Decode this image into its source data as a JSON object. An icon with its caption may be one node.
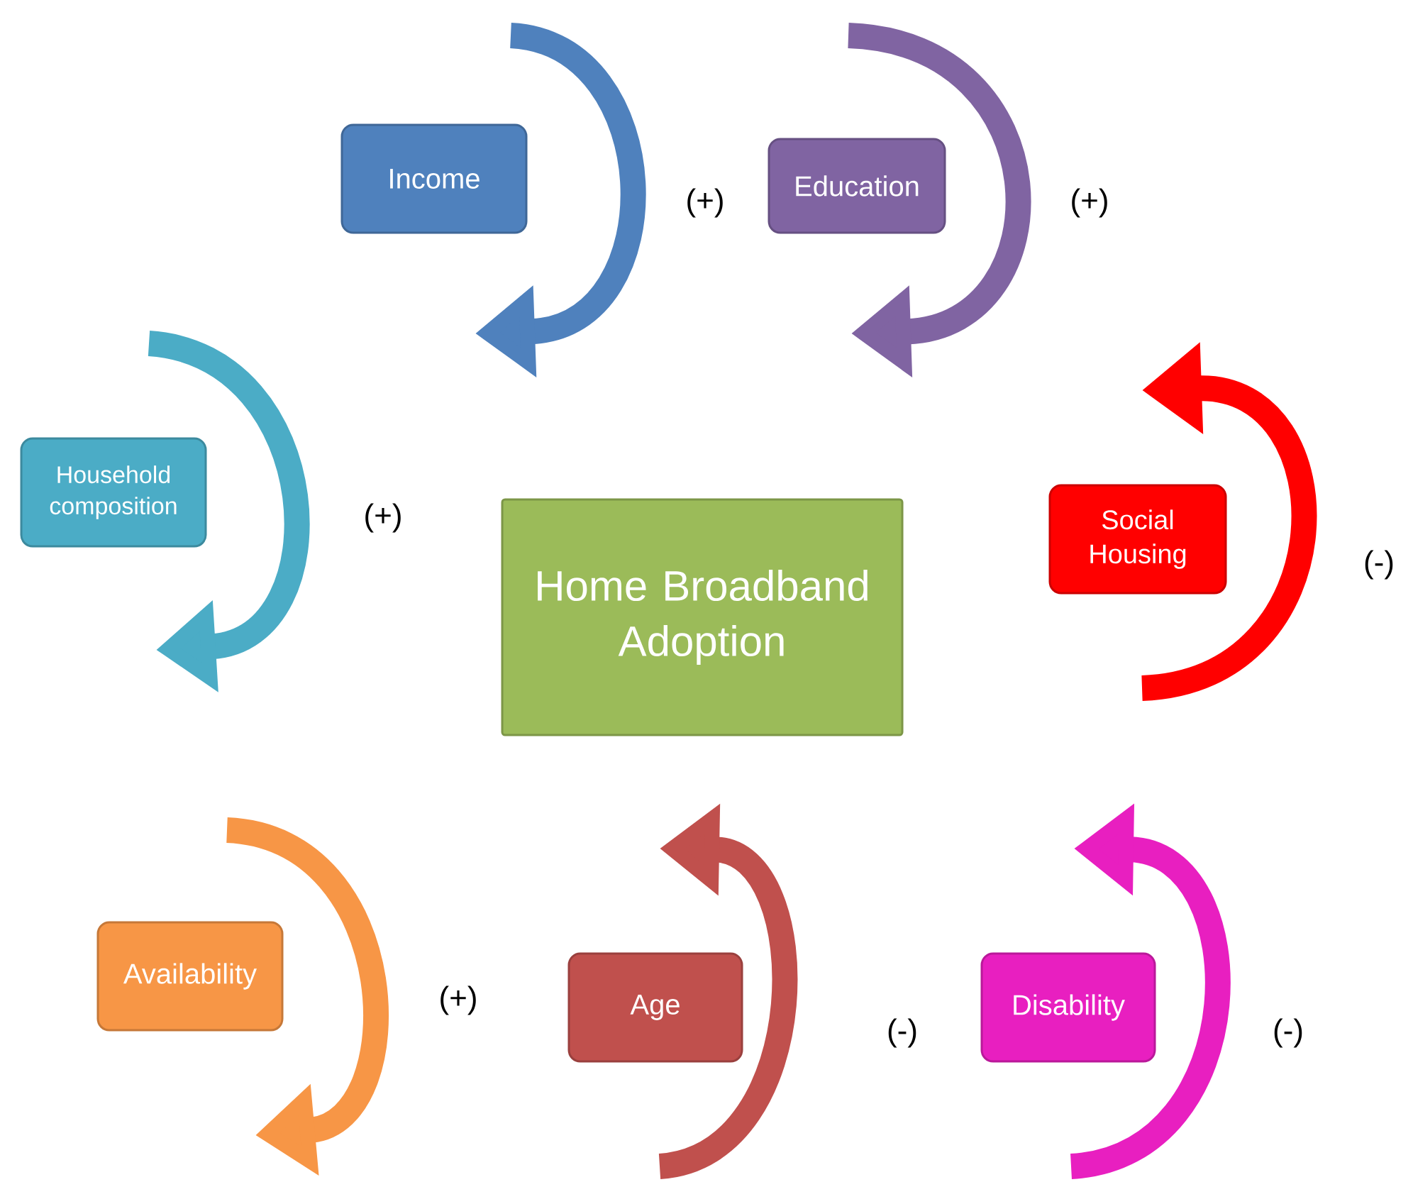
{
  "diagram": {
    "nodes": [
      {
        "text": [
          "Income"
        ]
      },
      {
        "text": [
          "Education"
        ]
      },
      {
        "text": [
          "Household composition"
        ]
      },
      {
        "text": [
          "Home Broadband Adoption"
        ]
      },
      {
        "text": [
          "Social Housing"
        ]
      },
      {
        "text": [
          "Availability"
        ]
      },
      {
        "text": [
          "Age"
        ]
      },
      {
        "text": [
          "Disability"
        ]
      }
    ],
    "labels": [
      "(+)",
      "(+)",
      "(+)",
      "(-)",
      "(+)",
      "(-)",
      "(-)"
    ]
  }
}
